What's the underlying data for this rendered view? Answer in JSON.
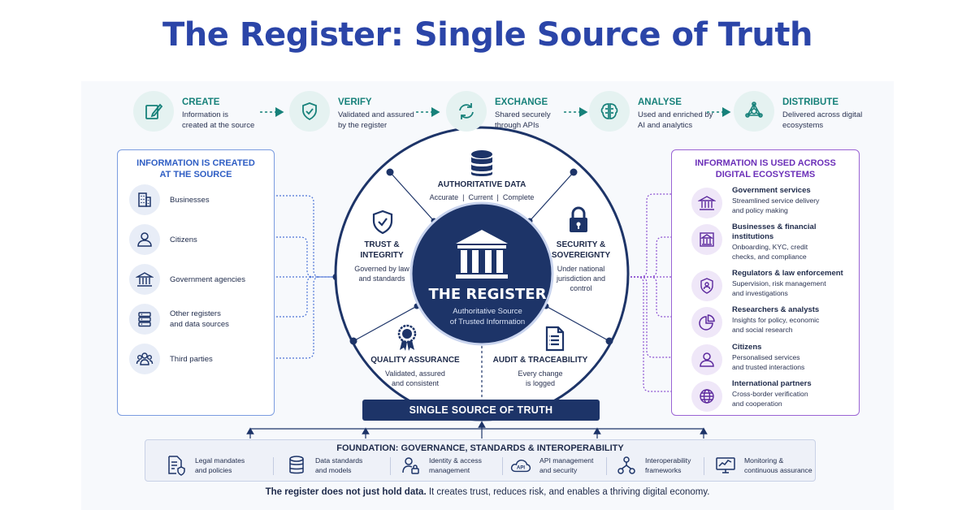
{
  "title": "The Register: Single Source of Truth",
  "flow": [
    {
      "title": "CREATE",
      "desc1": "Information is",
      "desc2": "created at the source",
      "icon": "pencil-icon"
    },
    {
      "title": "VERIFY",
      "desc1": "Validated and assured",
      "desc2": "by the register",
      "icon": "shield-check-icon"
    },
    {
      "title": "EXCHANGE",
      "desc1": "Shared securely",
      "desc2": "through APIs",
      "icon": "sync-icon"
    },
    {
      "title": "ANALYSE",
      "desc1": "Used and enriched by",
      "desc2": "AI and analytics",
      "icon": "brain-icon"
    },
    {
      "title": "DISTRIBUTE",
      "desc1": "Delivered across digital",
      "desc2": "ecosystems",
      "icon": "network-icon"
    }
  ],
  "left_panel": {
    "title1": "INFORMATION IS CREATED",
    "title2": "AT THE SOURCE",
    "items": [
      {
        "line1": "Businesses",
        "line2": "",
        "icon": "building-icon"
      },
      {
        "line1": "Citizens",
        "line2": "",
        "icon": "person-icon"
      },
      {
        "line1": "Government agencies",
        "line2": "",
        "icon": "government-icon"
      },
      {
        "line1": "Other registers",
        "line2": "and data sources",
        "icon": "server-icon"
      },
      {
        "line1": "Third parties",
        "line2": "",
        "icon": "group-icon"
      }
    ]
  },
  "right_panel": {
    "title1": "INFORMATION IS USED ACROSS",
    "title2": "DIGITAL ECOSYSTEMS",
    "items": [
      {
        "title1": "Government services",
        "title2": "",
        "desc1": "Streamlined service delivery",
        "desc2": "and policy making",
        "desc3": "",
        "icon": "government-icon"
      },
      {
        "title1": "Businesses & financial",
        "title2": "institutions",
        "desc1": "Onboarding, KYC, credit",
        "desc2": "checks, and compliance",
        "desc3": "",
        "icon": "bank-icon"
      },
      {
        "title1": "Regulators & law enforcement",
        "title2": "",
        "desc1": "Supervision, risk management",
        "desc2": "and investigations",
        "desc3": "",
        "icon": "shield-person-icon"
      },
      {
        "title1": "Researchers & analysts",
        "title2": "",
        "desc1": "Insights for policy, economic",
        "desc2": "and social research",
        "desc3": "",
        "icon": "pie-chart-icon"
      },
      {
        "title1": "Citizens",
        "title2": "",
        "desc1": "Personalised services",
        "desc2": "and trusted interactions",
        "desc3": "",
        "icon": "person-icon"
      },
      {
        "title1": "International partners",
        "title2": "",
        "desc1": "Cross-border verification",
        "desc2": "and cooperation",
        "desc3": "",
        "icon": "globe-icon"
      }
    ]
  },
  "ring": {
    "top": {
      "title": "AUTHORITATIVE DATA",
      "desc": "Accurate  |  Current  |  Complete",
      "icon": "database-icon"
    },
    "left": {
      "title1": "TRUST &",
      "title2": "INTEGRITY",
      "desc1": "Governed by law",
      "desc2": "and standards",
      "icon": "shield-check-icon"
    },
    "right": {
      "title1": "SECURITY &",
      "title2": "SOVEREIGNTY",
      "desc1": "Under national",
      "desc2": "jurisdiction and",
      "desc3": "control",
      "icon": "lock-icon"
    },
    "bottom_left": {
      "title": "QUALITY ASSURANCE",
      "desc1": "Validated, assured",
      "desc2": "and consistent",
      "icon": "award-icon"
    },
    "bottom_right": {
      "title": "AUDIT & TRACEABILITY",
      "desc1": "Every change",
      "desc2": "is logged",
      "icon": "document-icon"
    }
  },
  "core": {
    "title": "THE REGISTER",
    "sub1": "Authoritative Source",
    "sub2": "of Trusted Information",
    "icon": "institution-icon"
  },
  "ssot": "SINGLE SOURCE OF TRUTH",
  "foundation": {
    "title": "FOUNDATION: GOVERNANCE, STANDARDS & INTEROPERABILITY",
    "items": [
      {
        "line1": "Legal mandates",
        "line2": "and policies",
        "icon": "legal-doc-icon"
      },
      {
        "line1": "Data standards",
        "line2": "and models",
        "icon": "database-icon"
      },
      {
        "line1": "Identity & access",
        "line2": "management",
        "icon": "identity-icon"
      },
      {
        "line1": "API management",
        "line2": "and security",
        "icon": "api-cloud-icon"
      },
      {
        "line1": "Interoperability",
        "line2": "frameworks",
        "icon": "hierarchy-icon"
      },
      {
        "line1": "Monitoring &",
        "line2": "continuous assurance",
        "icon": "monitor-chart-icon"
      }
    ]
  },
  "bottom": {
    "bold": "The register does not just hold data.",
    "rest": " It creates trust, reduces risk, and enables a thriving digital economy."
  },
  "colors": {
    "title": "#2b45a8",
    "teal": "#17817a",
    "navy": "#1d3468",
    "blue": "#2f5ec4",
    "purple": "#6b2fb8"
  }
}
